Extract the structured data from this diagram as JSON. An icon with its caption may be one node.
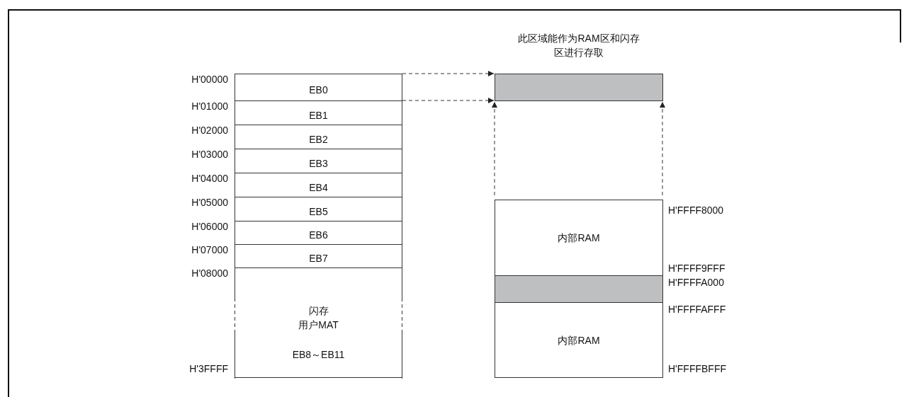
{
  "diagram": {
    "nodes": [
      {
        "text": [
          "EB0"
        ]
      },
      {
        "text": [
          "EB1"
        ]
      },
      {
        "text": [
          "EB2"
        ]
      },
      {
        "text": [
          "EB3"
        ]
      },
      {
        "text": [
          "EB4"
        ]
      },
      {
        "text": [
          "EB5"
        ]
      },
      {
        "text": [
          "EB6"
        ]
      },
      {
        "text": [
          "EB7"
        ]
      },
      {
        "text": [
          "闪存",
          "用户MAT",
          "EB8～EB11"
        ]
      },
      {
        "text": [],
        "shape": "box"
      },
      {
        "text": [
          "内部RAM"
        ]
      },
      {
        "text": [],
        "shape": "box"
      },
      {
        "text": [
          "内部RAM"
        ]
      }
    ],
    "edges": [
      {
        "from": 0,
        "to": 9,
        "arrow": "to",
        "style": "dashed"
      },
      {
        "from": 0,
        "to": 9,
        "arrow": "to",
        "style": "dashed"
      },
      {
        "from": 10,
        "to": 9,
        "arrow": "to",
        "style": "dashed"
      },
      {
        "from": 10,
        "to": 9,
        "arrow": "to",
        "style": "dashed"
      }
    ],
    "labels": [
      "此区域能作为RAM区和闪存区进行存取",
      "H'00000",
      "H'01000",
      "H'02000",
      "H'03000",
      "H'04000",
      "H'05000",
      "H'06000",
      "H'07000",
      "H'08000",
      "H'3FFFF",
      "H'FFFF8000",
      "H'FFFF9FFF",
      "H'FFFFA000",
      "H'FFFFAFFF",
      "H'FFFFBFFF"
    ]
  }
}
